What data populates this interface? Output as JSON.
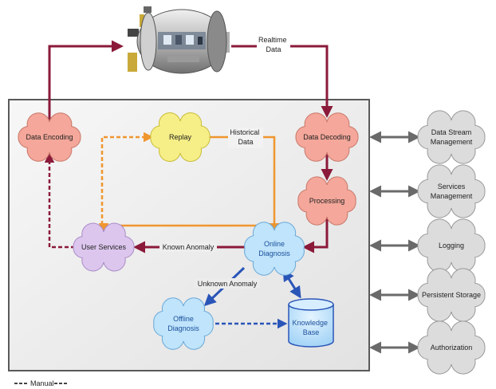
{
  "nodes": {
    "data_encoding": "Data Encoding",
    "replay": "Replay",
    "data_decoding": "Data Decoding",
    "processing": "Processing",
    "user_services": "User Services",
    "online_diagnosis": [
      "Online",
      "Diagnosis"
    ],
    "offline_diagnosis": [
      "Offline",
      "Diagnosis"
    ],
    "knowledge_base": [
      "Knowledge",
      "Base"
    ]
  },
  "services": [
    [
      "Data Stream",
      "Management"
    ],
    [
      "Services",
      "Management"
    ],
    [
      "Logging"
    ],
    [
      "Persistent Storage"
    ],
    [
      "Authorization"
    ]
  ],
  "edge_labels": {
    "realtime_data": [
      "Realtime",
      "Data"
    ],
    "historical_data": [
      "Historical",
      "Data"
    ],
    "known_anomaly": "Known Anomaly",
    "unknown_anomaly": "Unknown Anomaly"
  },
  "legend": {
    "manual": "Manual"
  },
  "colors": {
    "maroon": "#8b1a3a",
    "orange": "#f0962e",
    "blue": "#2a55b8",
    "gray_arrow": "#6a6a6a",
    "salmon_cloud": "#f4a79a",
    "yellow_cloud": "#f6ee86",
    "purple_cloud": "#dcc6ee",
    "blue_cloud": "#bfe4fb",
    "gray_cloud": "#dcdcdc"
  },
  "icons": {
    "spacecraft": "space-station-module-icon"
  }
}
